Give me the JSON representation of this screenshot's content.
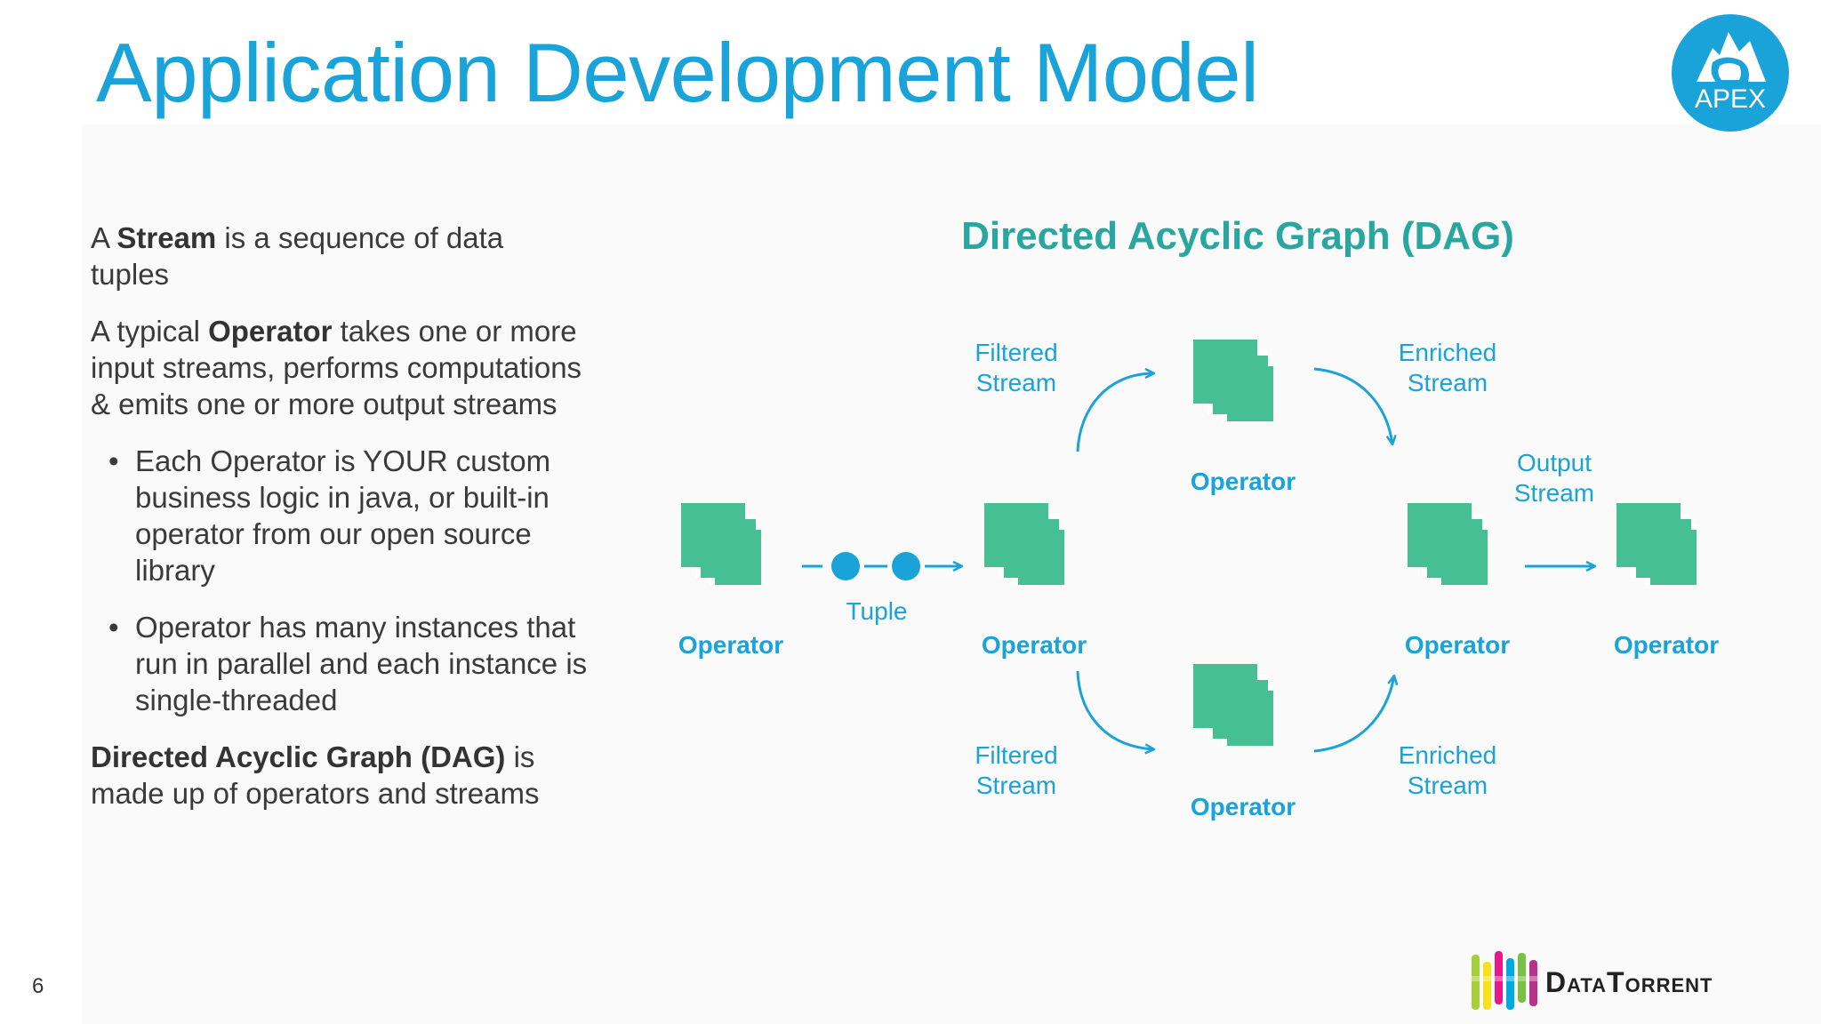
{
  "slide": {
    "title": "Application Development Model",
    "page_number": "6"
  },
  "apex_logo": {
    "text": "APEX",
    "color": "#1aa3d8"
  },
  "left_text": {
    "p1": {
      "pre": "A ",
      "bold": "Stream",
      "post": " is a sequence of data tuples"
    },
    "p2": {
      "pre": "A typical ",
      "bold": "Operator",
      "post": " takes one or more input streams, performs computations & emits one or more output streams"
    },
    "bullets": [
      "Each Operator is YOUR custom business logic in java, or built-in operator from our open source library",
      "Operator has many instances that run in parallel and each instance is single-threaded"
    ],
    "bullet_glyph": "•",
    "p3": {
      "bold": "Directed Acyclic Graph (DAG)",
      "post": " is made up of operators and streams"
    }
  },
  "dag": {
    "title": "Directed Acyclic Graph (DAG)",
    "operator_label": "Operator",
    "tuple_label": "Tuple",
    "filtered_top": [
      "Filtered",
      "Stream"
    ],
    "enriched_top": [
      "Enriched",
      "Stream"
    ],
    "output_stream": [
      "Output",
      "Stream"
    ],
    "filtered_bottom": [
      "Filtered",
      "Stream"
    ],
    "enriched_bottom": [
      "Enriched",
      "Stream"
    ],
    "colors": {
      "operator": "#45bf93",
      "stream": "#1aa3d8",
      "label": "#1aa3d8",
      "title": "#2aa6a0"
    }
  },
  "footer": {
    "brand": "DataTorrent"
  }
}
